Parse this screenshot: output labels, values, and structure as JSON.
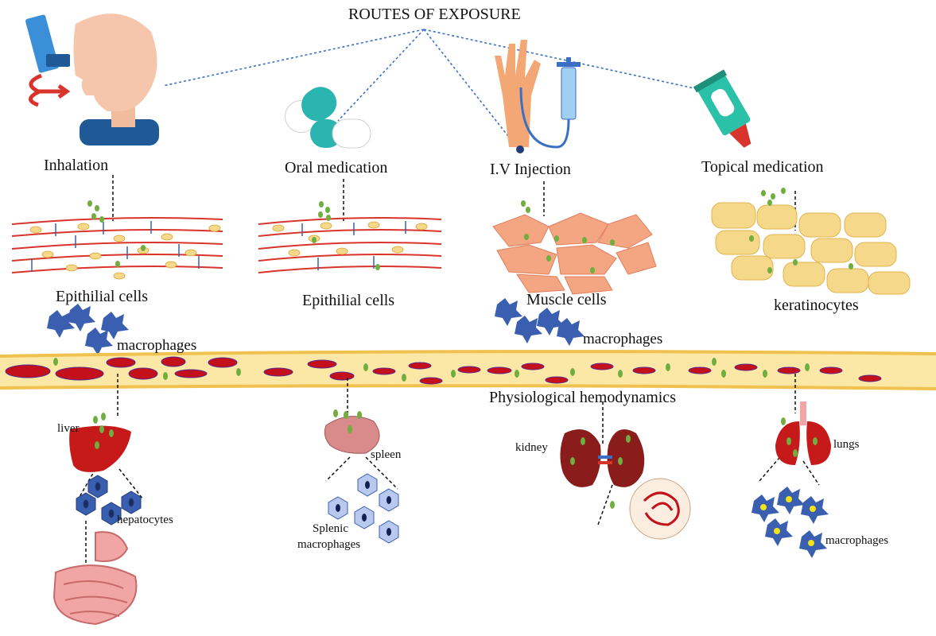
{
  "title": "ROUTES OF EXPOSURE",
  "routes": {
    "inhalation": "Inhalation",
    "oral": "Oral medication",
    "iv": "I.V Injection",
    "topical": "Topical  medication"
  },
  "cells": {
    "epi1": "Epithilial cells",
    "epi2": "Epithilial cells",
    "muscle": "Muscle cells",
    "keratinocytes": "keratinocytes"
  },
  "macrophages": {
    "m1": "macrophages",
    "m2": "macrophages",
    "m3": "macrophages",
    "splenic": [
      "Splenic",
      "macrophages"
    ]
  },
  "hemodynamics": "Physiological hemodynamics",
  "organs": {
    "liver": "liver",
    "hepatocytes": "hepatocytes",
    "spleen": "spleen",
    "kidney": "kidney",
    "lungs": "lungs"
  },
  "colors": {
    "vessel": "#f5d36b",
    "rbc": "#c4101a",
    "particle": "#6fae3f",
    "macrophage": "#3a5fb0",
    "epithelium_line": "#d9342b",
    "cell_yellow": "#f6d88a",
    "muscle": "#f4a582",
    "dash": "#3b6fc4"
  }
}
